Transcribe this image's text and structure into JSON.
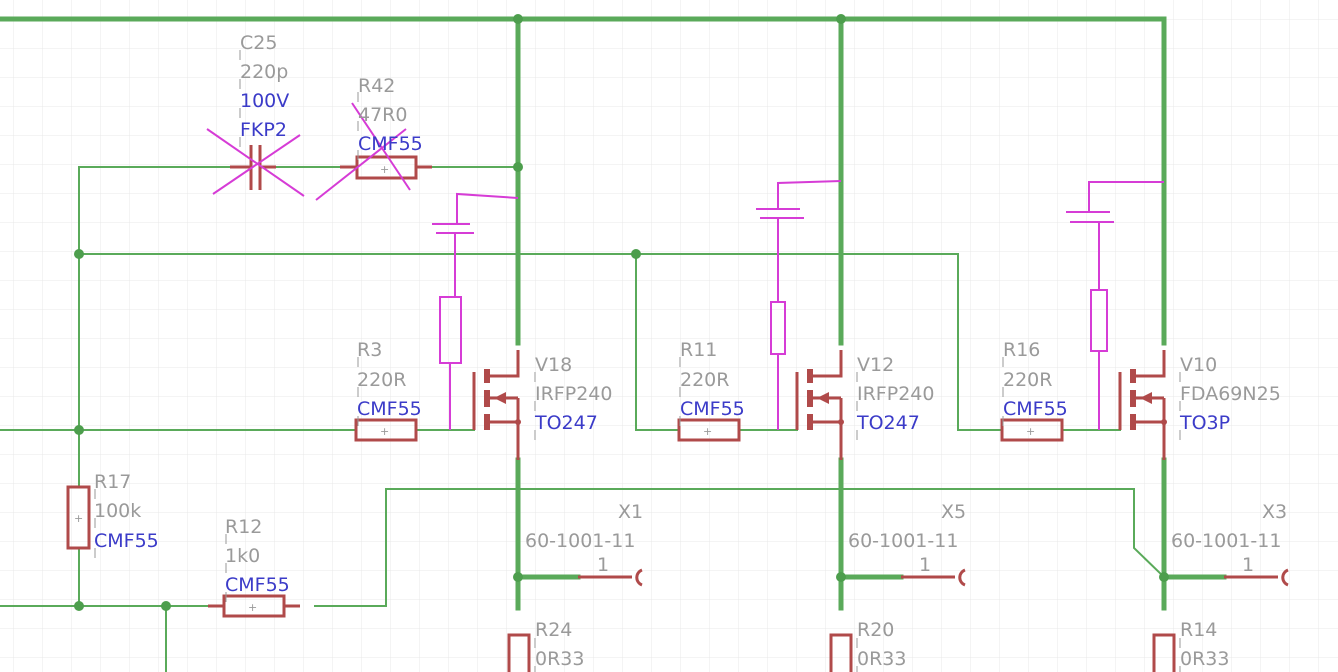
{
  "colors": {
    "net": "#5aaa5a",
    "component": "#b04a4a",
    "airwire": "#d63cd6",
    "label_name": "#9a9a9a",
    "label_attribute": "#3b3bc8",
    "grid": "#e9e9e9"
  },
  "components": {
    "c25": {
      "name": "C25",
      "value": "220p",
      "voltage": "100V",
      "package": "FKP2"
    },
    "r42": {
      "name": "R42",
      "value": "47R0",
      "package": "CMF55"
    },
    "r3": {
      "name": "R3",
      "value": "220R",
      "package": "CMF55"
    },
    "r11": {
      "name": "R11",
      "value": "220R",
      "package": "CMF55"
    },
    "r16": {
      "name": "R16",
      "value": "220R",
      "package": "CMF55"
    },
    "v18": {
      "name": "V18",
      "value": "IRFP240",
      "package": "TO247"
    },
    "v12": {
      "name": "V12",
      "value": "IRFP240",
      "package": "TO247"
    },
    "v10": {
      "name": "V10",
      "value": "FDA69N25",
      "package": "TO3P"
    },
    "r17": {
      "name": "R17",
      "value": "100k",
      "package": "CMF55"
    },
    "r12": {
      "name": "R12",
      "value": "1k0",
      "package": "CMF55"
    },
    "x1": {
      "name": "X1",
      "value": "60-1001-11",
      "pin": "1"
    },
    "x5": {
      "name": "X5",
      "value": "60-1001-11",
      "pin": "1"
    },
    "x3": {
      "name": "X3",
      "value": "60-1001-11",
      "pin": "1"
    },
    "r24": {
      "name": "R24",
      "value": "0R33"
    },
    "r20": {
      "name": "R20",
      "value": "0R33"
    },
    "r14": {
      "name": "R14",
      "value": "0R33"
    }
  }
}
